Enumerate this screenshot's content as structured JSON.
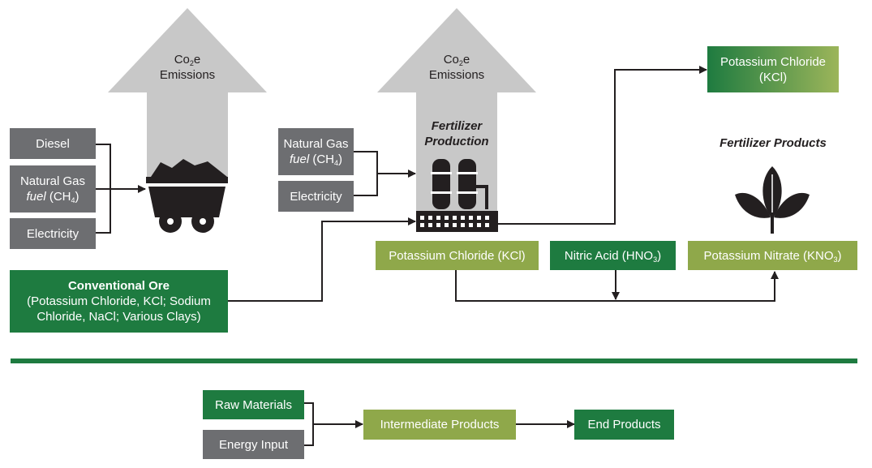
{
  "emissions": {
    "left": {
      "line1_a": "Co",
      "line1_sub": "2",
      "line1_b": "e",
      "line2": "Emissions"
    },
    "right": {
      "line1_a": "Co",
      "line1_sub": "2",
      "line1_b": "e",
      "line2": "Emissions"
    }
  },
  "mining_inputs": {
    "diesel": "Diesel",
    "natural_gas_line1": "Natural Gas",
    "natural_gas_fuel": "fuel",
    "natural_gas_formula_a": " (CH",
    "natural_gas_formula_sub": "4",
    "natural_gas_formula_b": ")",
    "electricity": "Electricity"
  },
  "plant_inputs": {
    "natural_gas_line1": "Natural Gas",
    "natural_gas_fuel": "fuel",
    "natural_gas_formula_a": " (CH",
    "natural_gas_formula_sub": "4",
    "natural_gas_formula_b": ")",
    "electricity": "Electricity"
  },
  "conventional_ore": {
    "title": "Conventional Ore",
    "line2": "(Potassium Chloride, KCl; Sodium",
    "line3": "Chloride, NaCl; Various Clays)"
  },
  "fertilizer_production": {
    "line1": "Fertilizer",
    "line2": "Production"
  },
  "fertilizer_products_label": "Fertilizer Products",
  "outputs": {
    "kcl_end": {
      "line1": "Potassium Chloride",
      "line2": "(KCl)"
    },
    "kcl_intermediate": "Potassium Chloride (KCl)",
    "nitric_acid_a": "Nitric Acid (HNO",
    "nitric_acid_sub": "3",
    "nitric_acid_b": ")",
    "potassium_nitrate_a": "Potassium Nitrate (KNO",
    "potassium_nitrate_sub": "3",
    "potassium_nitrate_b": ")"
  },
  "legend": {
    "raw_materials": "Raw Materials",
    "energy_input": "Energy Input",
    "intermediate_products": "Intermediate Products",
    "end_products": "End Products"
  },
  "colors": {
    "gray": "#6d6e71",
    "dark_green": "#1e7b40",
    "light_green": "#8fa84a",
    "arrow_gray": "#c8c8c8",
    "divider_green": "#1e7b40"
  },
  "icons": [
    "mine-cart-icon",
    "factory-icon",
    "plant-leaves-icon"
  ]
}
